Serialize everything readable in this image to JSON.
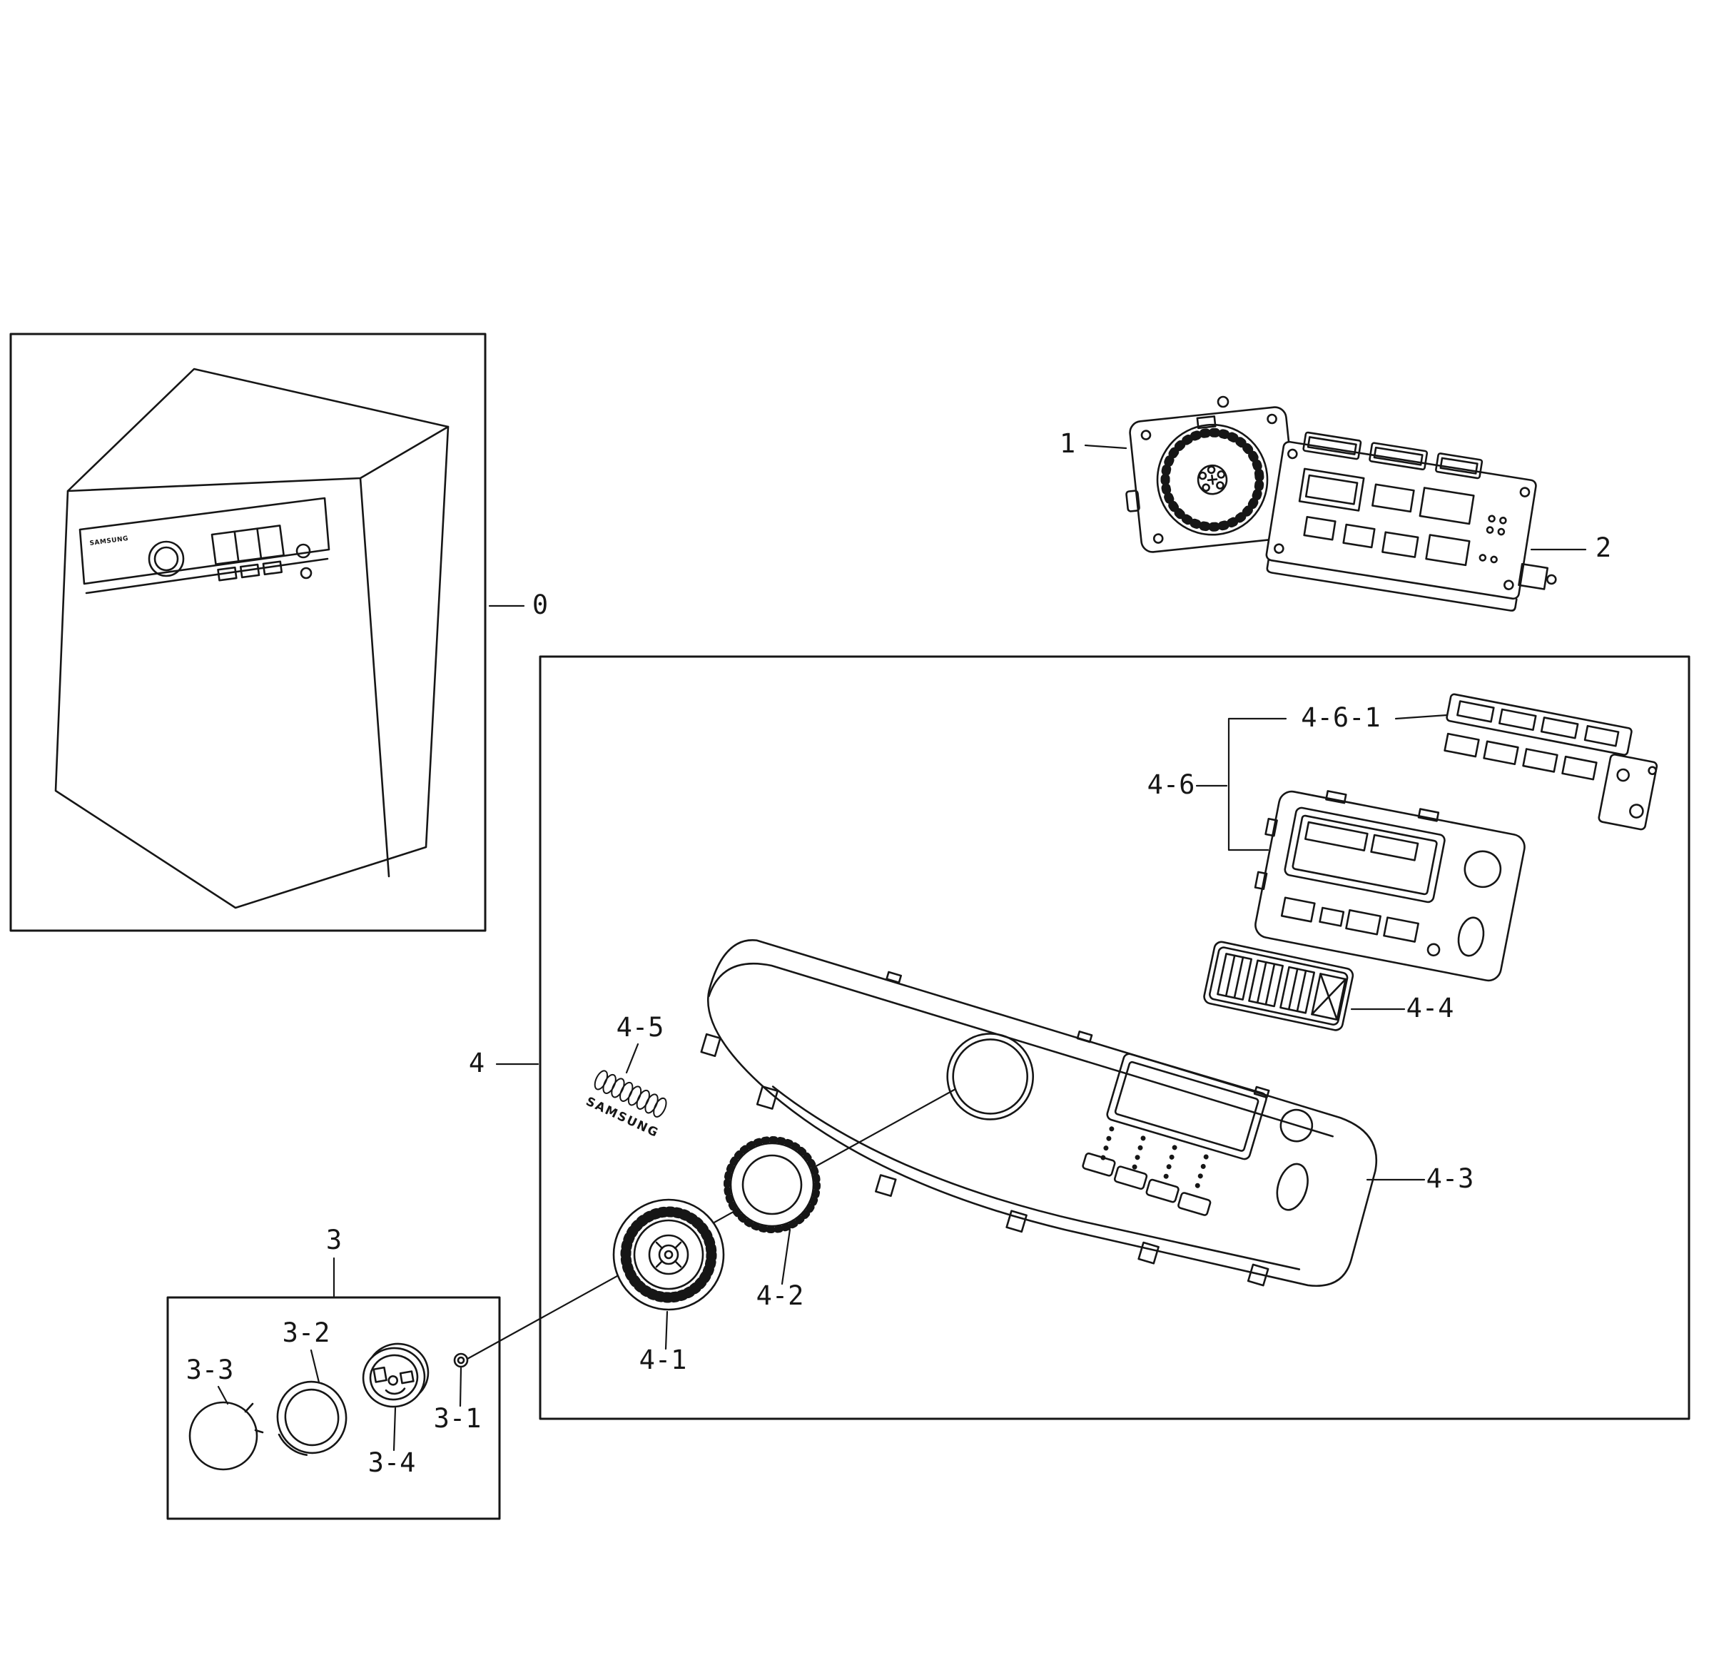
{
  "diagram": {
    "brand": "SAMSUNG"
  },
  "labels": {
    "part_0": "0",
    "part_1": "1",
    "part_2": "2",
    "part_3": "3",
    "part_3_1": "3-1",
    "part_3_2": "3-2",
    "part_3_3": "3-3",
    "part_3_4": "3-4",
    "part_4": "4",
    "part_4_1": "4-1",
    "part_4_2": "4-2",
    "part_4_3": "4-3",
    "part_4_4": "4-4",
    "part_4_5": "4-5",
    "part_4_6": "4-6",
    "part_4_6_1": "4-6-1"
  },
  "colors": {
    "line": "#161616",
    "background": "#ffffff"
  }
}
